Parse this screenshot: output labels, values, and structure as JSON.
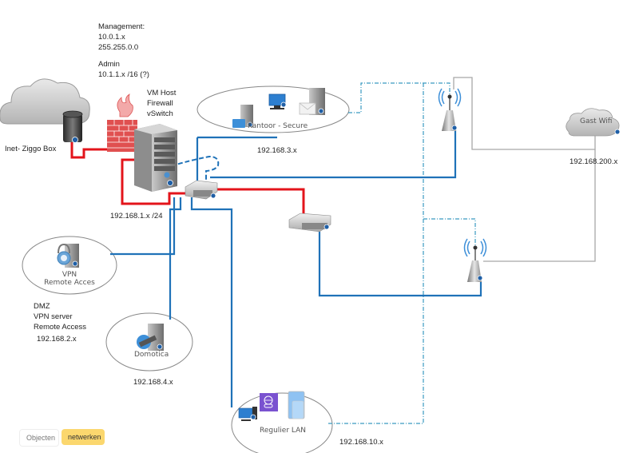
{
  "notes": {
    "management": [
      "Management:",
      "10.0.1.x",
      "255.255.0.0"
    ],
    "admin": [
      "Admin",
      "10.1.1.x /16  (?)"
    ],
    "vmhost": [
      "VM Host",
      "Firewall",
      "vSwitch"
    ],
    "dmz": [
      "DMZ",
      "VPN server",
      "Remote Access"
    ]
  },
  "labels": {
    "internet_box": "Inet- Ziggo Box",
    "lan_main": "192.168.1.x /24",
    "secure_subnet": "192.168.3.x",
    "guest_subnet": "192.168.200.x",
    "dmz_subnet": "192.168.2.x",
    "domotica_subnet": "192.168.4.x",
    "regular_subnet": "192.168.10.x"
  },
  "groups": {
    "secure": "Kantoor - Secure",
    "vpn": [
      "VPN",
      "Remote Acces"
    ],
    "domotica": "Domotica",
    "regular": "Regulier LAN",
    "guest": "Gast Wifi"
  },
  "tabs": [
    {
      "label": "Objecten",
      "active": false
    },
    {
      "label": "netwerken",
      "active": true
    }
  ],
  "colors": {
    "wan_link": "#e3141b",
    "lan_link": "#1f72b8",
    "wifi_dash": "#3a9ac0",
    "guest_link": "#a8a8a8",
    "active_tab": "#fbd76e"
  }
}
